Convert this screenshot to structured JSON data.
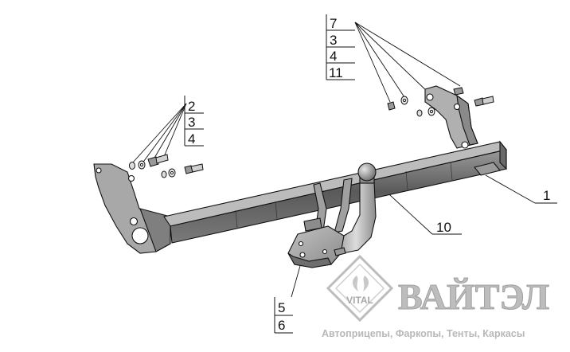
{
  "callouts": {
    "top_right": [
      "7",
      "3",
      "4",
      "11"
    ],
    "top_left": [
      "2",
      "3",
      "4"
    ],
    "beam": "1",
    "ball": "10",
    "plate": [
      "5",
      "6"
    ]
  },
  "logo": {
    "badge_text": "VITAL",
    "brand_name": "ВАЙТЭЛ",
    "tagline": "Автоприцепы, Фаркопы, Тенты, Каркасы"
  },
  "colors": {
    "line": "#111111",
    "part_dark": "#6b6b6b",
    "part_mid": "#8e8e8e",
    "part_light": "#b4b4b4",
    "logo_gray": "#bdbdbd"
  }
}
